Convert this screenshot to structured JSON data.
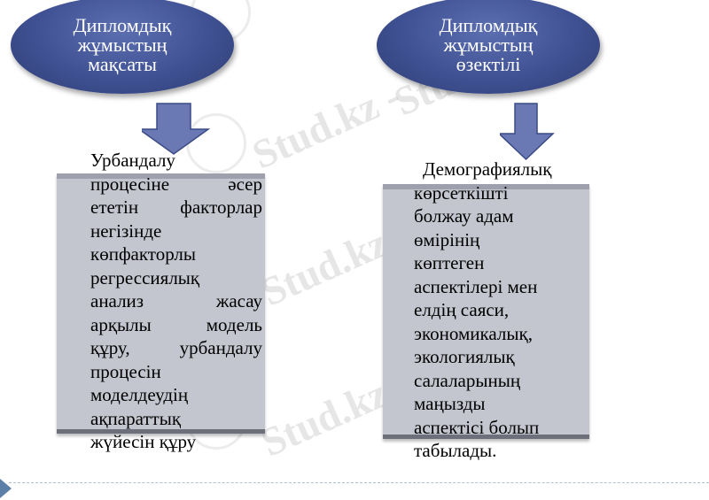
{
  "watermark": {
    "text": "Stud.kz -"
  },
  "left": {
    "title_lines": [
      "Дипломдық",
      "жұмыстың",
      "мақсаты"
    ],
    "body_lines": [
      "Урбандалу",
      "процесіне әсер",
      "ететін факторлар",
      "негізінде",
      "көпфакторлы",
      "регрессиялық",
      "анализ жасау",
      "арқылы модель",
      "құру, урбандалу",
      "процесін",
      "моделдеудің",
      "ақпараттық",
      "жүйесін құру"
    ]
  },
  "right": {
    "title_lines": [
      "Дипломдық",
      "жұмыстың",
      "өзектілі"
    ],
    "body_lines": [
      "Демографиялық",
      "көрсеткішті",
      "болжау адам",
      "өмірінің",
      "көптеген",
      "аспектілері мен",
      "елдің саяси,",
      "экономикалық,",
      "экологиялық",
      "салаларының",
      "маңызды",
      "аспектісі болып",
      "табылады."
    ]
  },
  "colors": {
    "ellipse": "#3f5193",
    "arrow_fill": "#6a79b4",
    "arrow_stroke": "#3b4a85",
    "panel": "#c4c6cf"
  }
}
